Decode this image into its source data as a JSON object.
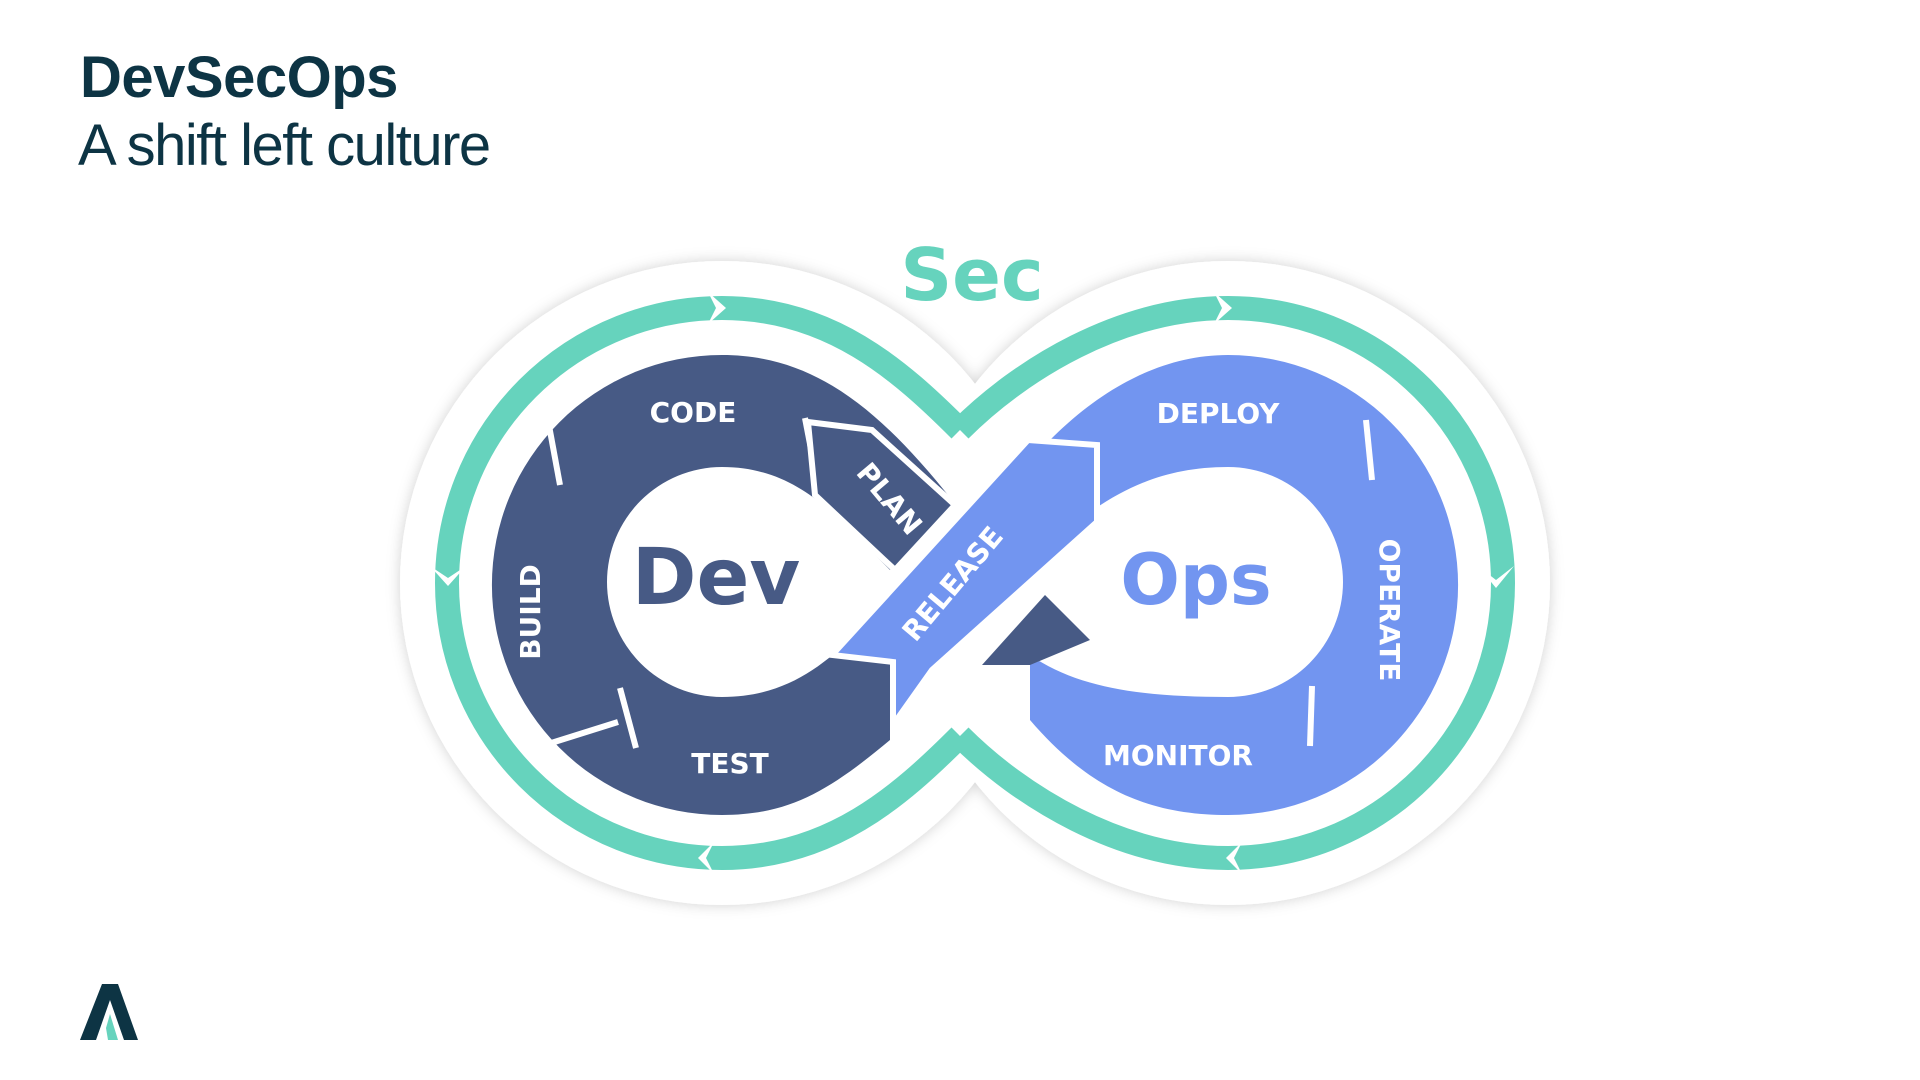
{
  "slide": {
    "title": "DevSecOps",
    "subtitle": "A shift left culture"
  },
  "diagram": {
    "sec_label": "Sec",
    "dev_label": "Dev",
    "ops_label": "Ops",
    "dev_stages": [
      "CODE",
      "PLAN",
      "BUILD",
      "TEST"
    ],
    "release_label": "RELEASE",
    "ops_stages": [
      "DEPLOY",
      "OPERATE",
      "MONITOR"
    ]
  },
  "colors": {
    "title": "#0d3444",
    "sec_ring": "#66d3bd",
    "dev_ring": "#475a85",
    "ops_ring": "#7295f0",
    "white": "#ffffff"
  },
  "icons": {
    "logo": "company-logo-icon"
  }
}
